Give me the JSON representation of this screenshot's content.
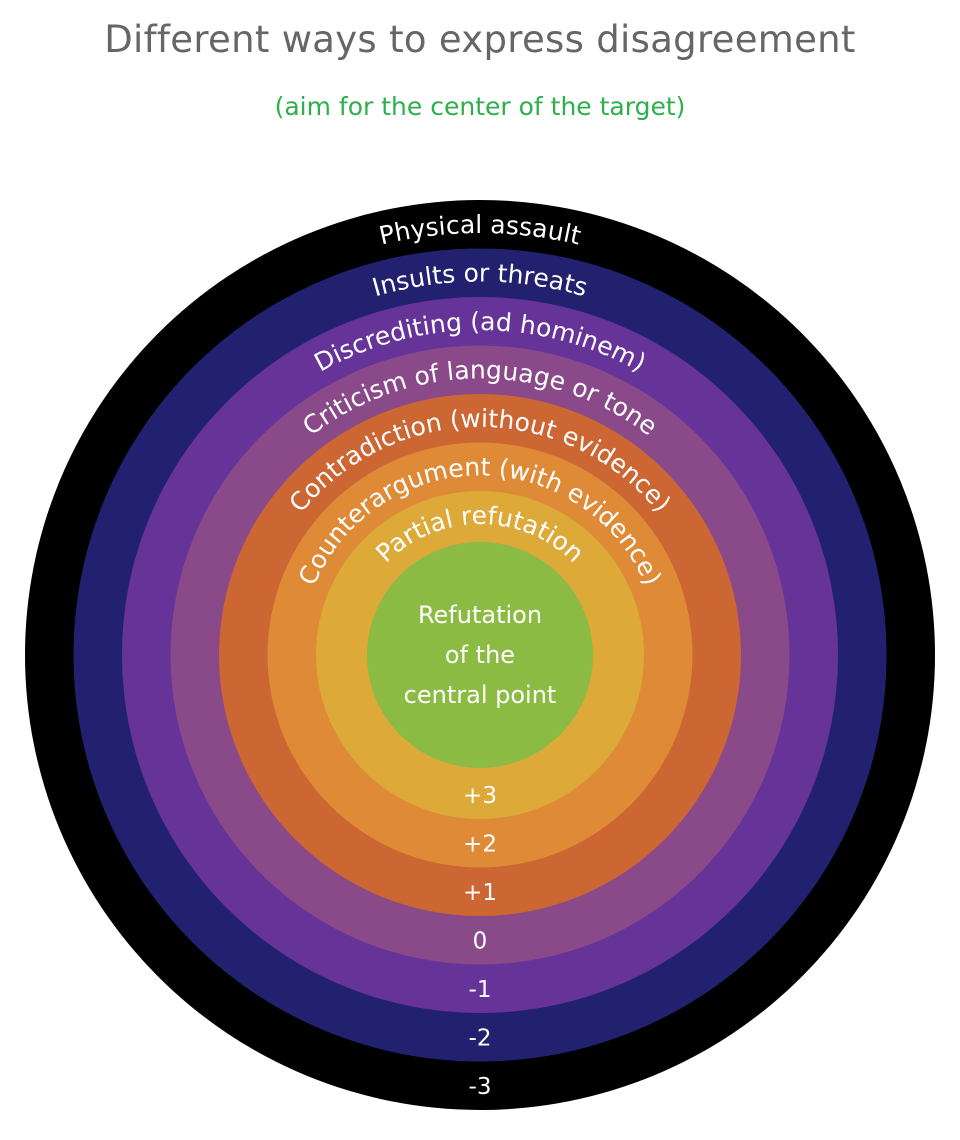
{
  "title": "Different ways to express disagreement",
  "subtitle": "(aim for the center of the target)",
  "rings": [
    {
      "label": "Physical assault",
      "score": "-3",
      "color": "#000000"
    },
    {
      "label": "Insults or threats",
      "score": "-2",
      "color": "#212170"
    },
    {
      "label": "Discrediting (ad hominem)",
      "score": "-1",
      "color": "#663399"
    },
    {
      "label": "Criticism of language or tone",
      "score": "0",
      "color": "#8a4a8a"
    },
    {
      "label": "Contradiction (without evidence)",
      "score": "+1",
      "color": "#cc6633"
    },
    {
      "label": "Counterargument (with evidence)",
      "score": "+2",
      "color": "#de8a36"
    },
    {
      "label": "Partial refutation",
      "score": "+3",
      "color": "#ddaa3a"
    }
  ],
  "center": {
    "lines": [
      "Refutation",
      "of the",
      "central point"
    ],
    "color": "#8cbb44"
  }
}
